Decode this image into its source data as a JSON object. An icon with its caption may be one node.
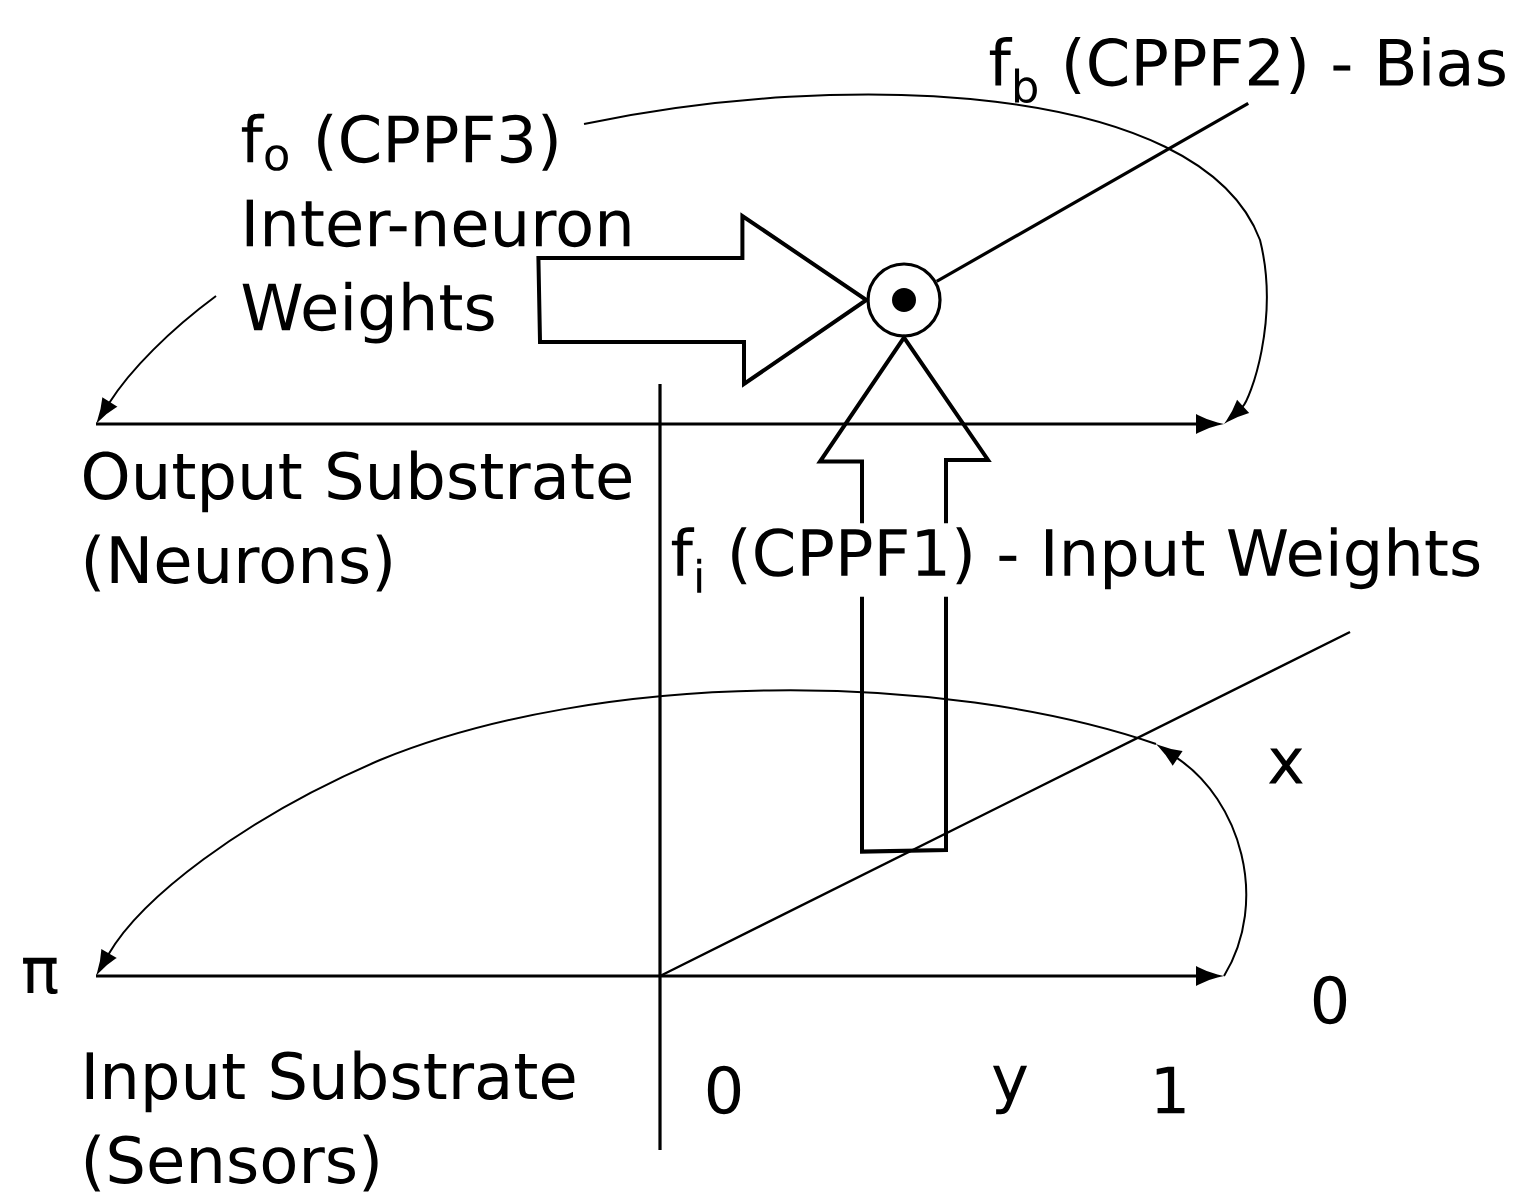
{
  "diagram": {
    "nodes": [
      {
        "text": [
          "f$_{o}$ (CPPF3) Inter-neuron Weights"
        ]
      },
      {
        "text": [
          "f$_{b}$ (CPPF2) - Bias"
        ]
      },
      {
        "text": [],
        "shape": "circle"
      }
    ],
    "edges": [
      {
        "from": 0,
        "to": 2,
        "arrow": "to"
      },
      {
        "from": 2,
        "to": 1,
        "arrow": "none"
      },
      {
        "from": null,
        "to": 2,
        "arrow": "to",
        "label": "f$_{i}$ (CPPF1) - Input Weights"
      }
    ],
    "labels": [
      "Output Substrate (Neurons)",
      "π",
      "Input Substrate (Sensors)",
      "0",
      "y",
      "1",
      "x",
      "0"
    ]
  }
}
